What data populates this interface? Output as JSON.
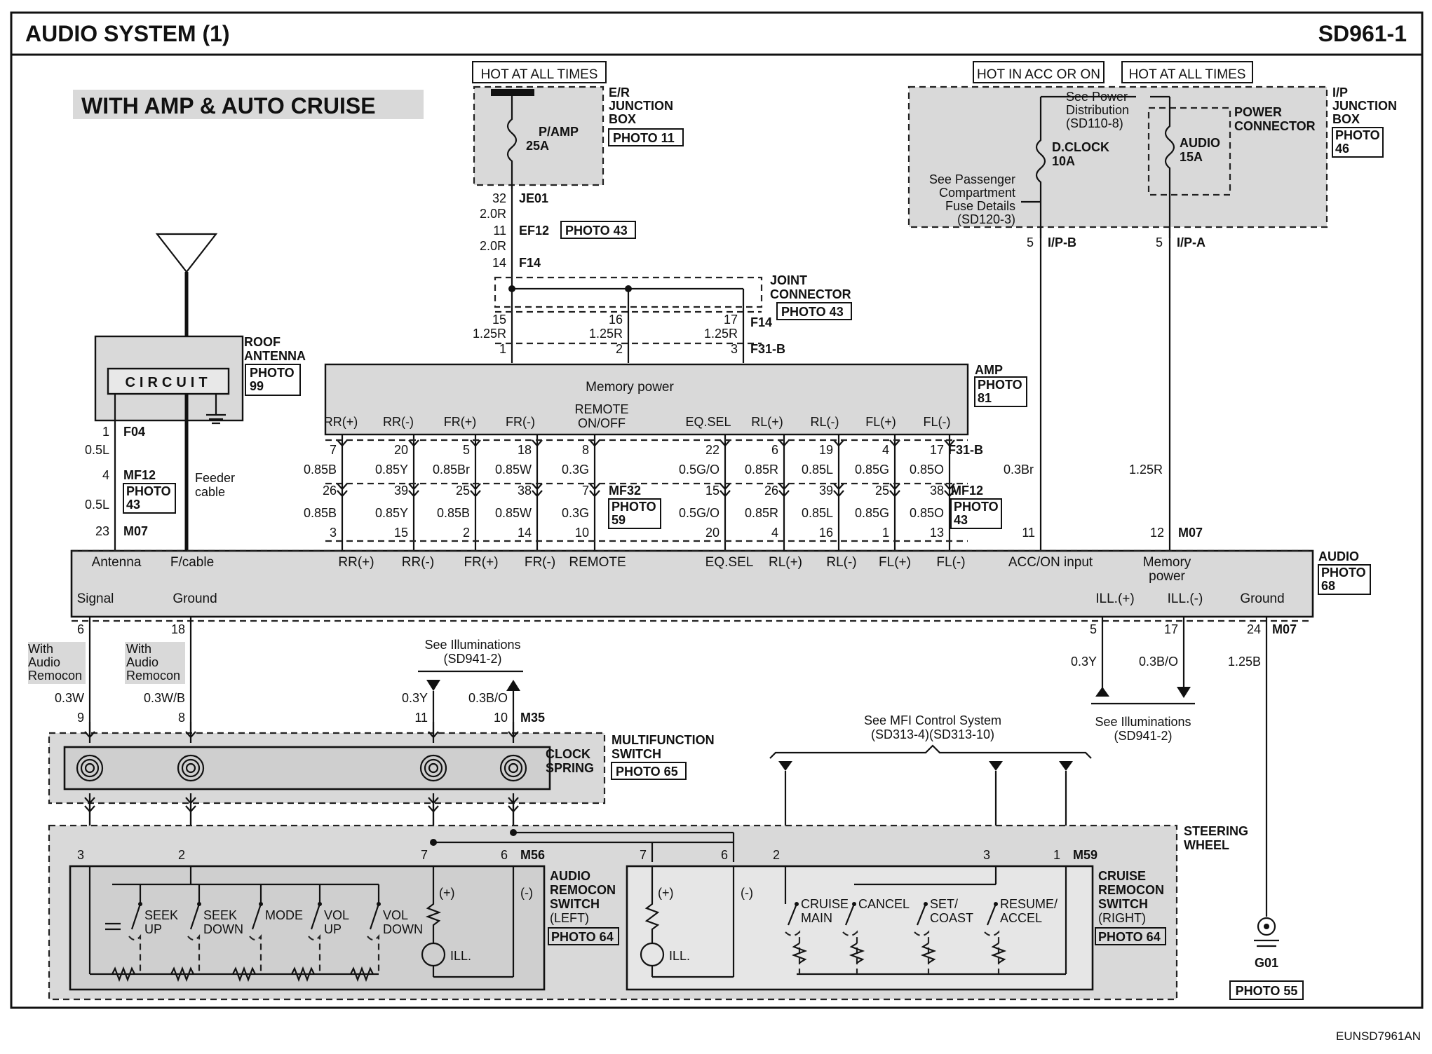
{
  "header": {
    "title": "AUDIO SYSTEM (1)",
    "code": "SD961-1"
  },
  "variant_label": "WITH AMP & AUTO CRUISE",
  "footer_code": "EUNSD7961AN",
  "power": {
    "hot_all_times_1": "HOT AT ALL TIMES",
    "hot_acc_on": "HOT IN ACC OR ON",
    "hot_all_times_2": "HOT AT ALL TIMES",
    "er_box": [
      "E/R",
      "JUNCTION",
      "BOX"
    ],
    "er_photo": "PHOTO 11",
    "pamp_fuse": [
      "P/AMP",
      "25A"
    ],
    "ip_box": [
      "I/P",
      "JUNCTION",
      "BOX"
    ],
    "ip_photo": [
      "PHOTO",
      "46"
    ],
    "see_power_dist": [
      "See Power",
      "Distribution",
      "(SD110-8)"
    ],
    "dclock_fuse": [
      "D.CLOCK",
      "10A"
    ],
    "audio_fuse": [
      "AUDIO",
      "15A"
    ],
    "power_connector": [
      "POWER",
      "CONNECTOR"
    ],
    "see_passenger": [
      "See Passenger",
      "Compartment",
      "Fuse Details",
      "(SD120-3)"
    ]
  },
  "top_wires": {
    "je01_pin": "32",
    "je01": "JE01",
    "w1": "2.0R",
    "ef12_pin": "11",
    "ef12": "EF12",
    "ef12_photo": "PHOTO 43",
    "w2": "2.0R",
    "f14_pin": "14",
    "f14": "F14",
    "jc_label": [
      "JOINT",
      "CONNECTOR"
    ],
    "jc_photo": "PHOTO 43",
    "p15": "15",
    "p16": "16",
    "p17": "17",
    "f14b": "F14",
    "w3": "1.25R",
    "w4": "1.25R",
    "w5": "1.25R",
    "p1": "1",
    "p2": "2",
    "p3": "3",
    "f31b": "F31-B",
    "ipb_pin": "5",
    "ipb": "I/P-B",
    "ipa_pin": "5",
    "ipa": "I/P-A",
    "w_acc": "0.3Br",
    "w_mem": "1.25R"
  },
  "amp": {
    "label": "AMP",
    "photo": [
      "PHOTO",
      "81"
    ],
    "memory_power": "Memory power",
    "remote": [
      "REMOTE",
      "ON/OFF"
    ],
    "terminals": [
      "RR(+)",
      "RR(-)",
      "FR(+)",
      "FR(-)",
      "EQ.SEL",
      "RL(+)",
      "RL(-)",
      "FL(+)",
      "FL(-)"
    ]
  },
  "speaker_wiring": {
    "conn_top": "F31-B",
    "conn_mid": "MF12",
    "conn_mid_photo": [
      "PHOTO",
      "43"
    ],
    "mf32": "MF32",
    "mf32_photo": [
      "PHOTO",
      "59"
    ],
    "columns": [
      {
        "amp_pin": "7",
        "wire": "0.85B",
        "mid_pin": "26",
        "audio_pin": "3"
      },
      {
        "amp_pin": "20",
        "wire": "0.85Y",
        "mid_pin": "39",
        "audio_pin": "15"
      },
      {
        "amp_pin": "5",
        "wire": "0.85Br",
        "mid_pin": "25",
        "audio_pin": "2",
        "wire2": "0.85B"
      },
      {
        "amp_pin": "18",
        "wire": "0.85W",
        "mid_pin": "38",
        "audio_pin": "14"
      },
      {
        "amp_pin": "8",
        "wire": "0.3G",
        "mid_pin": "7",
        "audio_pin": "10"
      },
      {
        "amp_pin": "22",
        "wire": "0.5G/O",
        "mid_pin": "15",
        "audio_pin": "20"
      },
      {
        "amp_pin": "6",
        "wire": "0.85R",
        "mid_pin": "26",
        "audio_pin": "4"
      },
      {
        "amp_pin": "19",
        "wire": "0.85L",
        "mid_pin": "39",
        "audio_pin": "16"
      },
      {
        "amp_pin": "4",
        "wire": "0.85G",
        "mid_pin": "25",
        "audio_pin": "1"
      },
      {
        "amp_pin": "17",
        "wire": "0.85O",
        "mid_pin": "38",
        "audio_pin": "13"
      }
    ]
  },
  "antenna": {
    "label": [
      "ROOF",
      "ANTENNA"
    ],
    "photo": [
      "PHOTO",
      "99"
    ],
    "circuit": "CIRCUIT",
    "f04_pin": "1",
    "f04": "F04",
    "w1": "0.5L",
    "mf12_pin": "4",
    "mf12": "MF12",
    "mf12_photo": [
      "PHOTO",
      "43"
    ],
    "w2": "0.5L",
    "m07_pin": "23",
    "m07": "M07",
    "feeder": [
      "Feeder",
      "cable"
    ]
  },
  "audio": {
    "label": "AUDIO",
    "photo": [
      "PHOTO",
      "68"
    ],
    "antenna": "Antenna",
    "fcable": "F/cable",
    "terms": [
      "RR(+)",
      "RR(-)",
      "FR(+)",
      "FR(-)",
      "REMOTE",
      "EQ.SEL",
      "RL(+)",
      "RL(-)",
      "FL(+)",
      "FL(-)"
    ],
    "acc_input": "ACC/ON input",
    "mem_power": [
      "Memory",
      "power"
    ],
    "signal": "Signal",
    "ground_l": "Ground",
    "ill_p": "ILL.(+)",
    "ill_m": "ILL.(-)",
    "ground_r": "Ground",
    "acc_pin": "11",
    "mem_pin": "12",
    "m07": "M07"
  },
  "lower": {
    "p6": "6",
    "p18": "18",
    "with_remocon_1": [
      "With",
      "Audio",
      "Remocon"
    ],
    "with_remocon_2": [
      "With",
      "Audio",
      "Remocon"
    ],
    "w_sig": "0.3W",
    "w_gnd": "0.3W/B",
    "p9": "9",
    "p8": "8",
    "see_ill_1": [
      "See Illuminations",
      "(SD941-2)"
    ],
    "w_y": "0.3Y",
    "w_bo": "0.3B/O",
    "p11": "11",
    "p10": "10",
    "m35": "M35",
    "ill_pins": [
      "5",
      "17",
      "24"
    ],
    "m07": "M07",
    "w_y2": "0.3Y",
    "w_bo2": "0.3B/O",
    "w_gb": "1.25B",
    "see_ill_2": [
      "See Illuminations",
      "(SD941-2)"
    ],
    "mfs_label": [
      "MULTIFUNCTION",
      "SWITCH"
    ],
    "mfs_photo": "PHOTO 65",
    "clock_spring": [
      "CLOCK",
      "SPRING"
    ],
    "see_mfi": [
      "See MFI Control System",
      "(SD313-4)(SD313-10)"
    ],
    "steering": [
      "STEERING",
      "WHEEL"
    ],
    "m56_pins": [
      "3",
      "2",
      "7",
      "6"
    ],
    "m56": "M56",
    "m59_pins": [
      "7",
      "6",
      "2",
      "3",
      "1"
    ],
    "m59": "M59",
    "left_sw": [
      "AUDIO",
      "REMOCON",
      "SWITCH",
      "(LEFT)"
    ],
    "left_photo": "PHOTO 64",
    "right_sw": [
      "CRUISE",
      "REMOCON",
      "SWITCH",
      "(RIGHT)"
    ],
    "right_photo": "PHOTO 64",
    "left_buttons": [
      [
        "SEEK",
        "UP"
      ],
      [
        "SEEK",
        "DOWN"
      ],
      [
        "MODE"
      ],
      [
        "VOL",
        "UP"
      ],
      [
        "VOL",
        "DOWN"
      ]
    ],
    "right_buttons": [
      [
        "CRUISE",
        "MAIN"
      ],
      [
        "CANCEL"
      ],
      [
        "SET/",
        "COAST"
      ],
      [
        "RESUME/",
        "ACCEL"
      ]
    ],
    "plus": "(+)",
    "minus": "(-)",
    "ill": "ILL.",
    "g01": "G01",
    "g01_photo": "PHOTO 55"
  }
}
